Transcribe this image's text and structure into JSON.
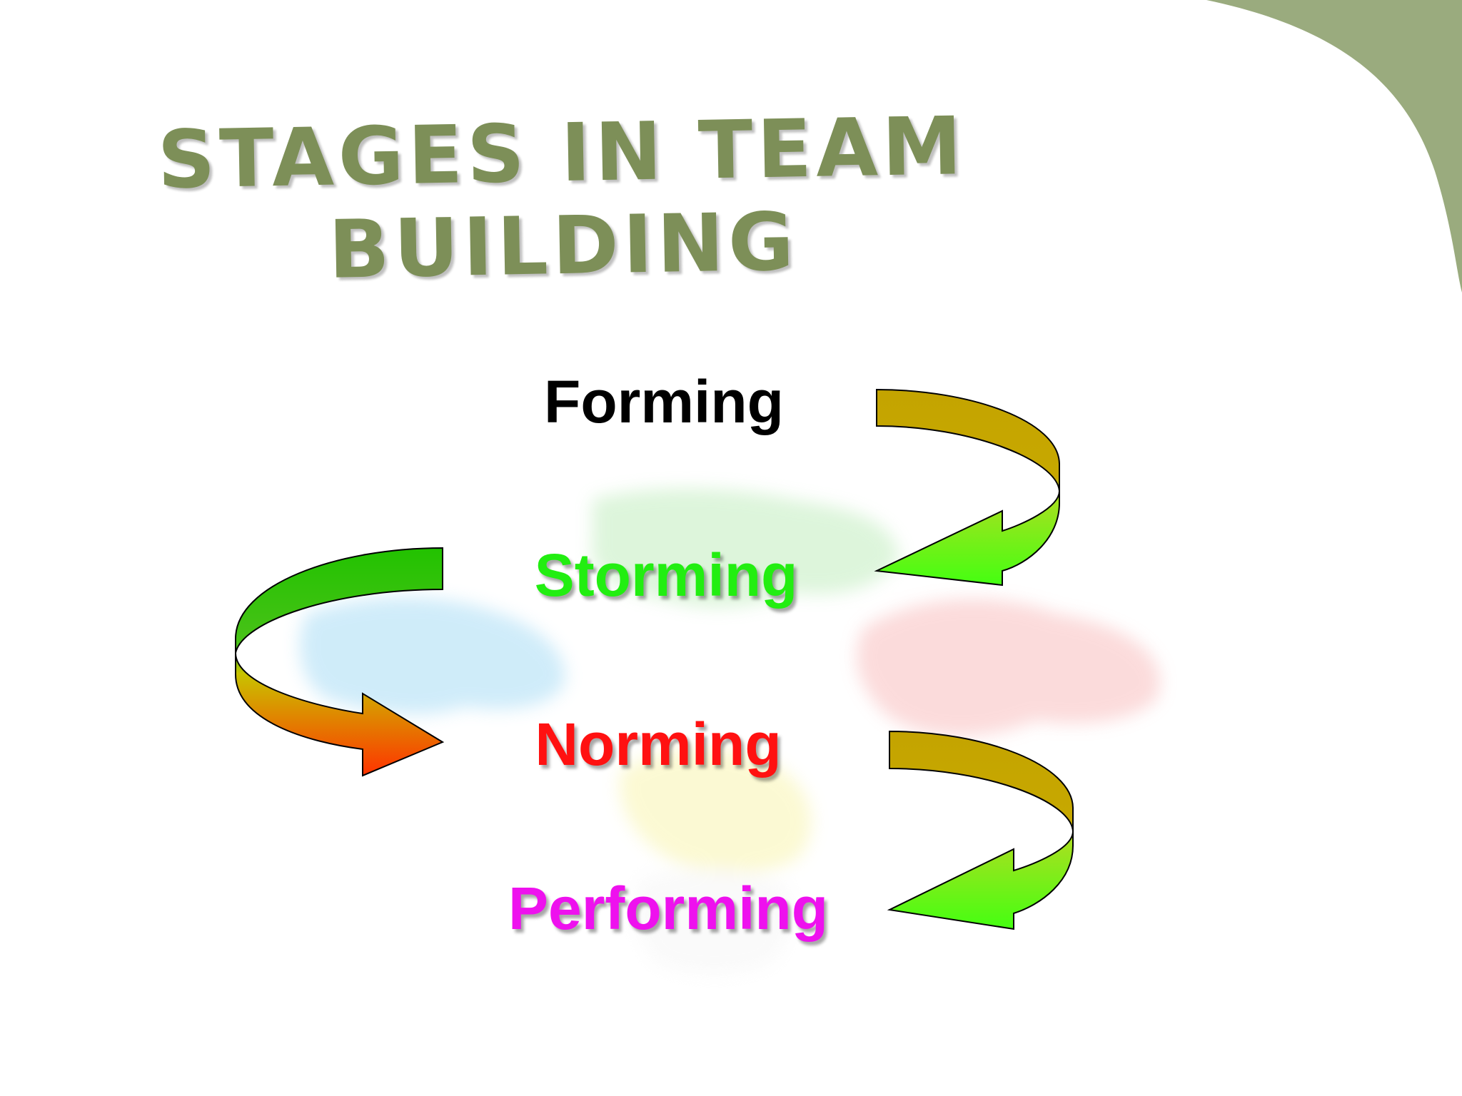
{
  "title": "Stages in Team Building",
  "colors": {
    "title": "#7d8f58",
    "corner": "#9aab7e",
    "forming": "#000000",
    "storming": "#22ee11",
    "norming": "#ff1111",
    "performing": "#ee11ee",
    "arrow_top": "#c8a800",
    "arrow_green": "#44ee11",
    "arrow_red": "#ff3300",
    "arrow_darkgreen": "#22bb00"
  },
  "stages": [
    {
      "label": "Forming"
    },
    {
      "label": "Storming"
    },
    {
      "label": "Norming"
    },
    {
      "label": "Performing"
    }
  ]
}
